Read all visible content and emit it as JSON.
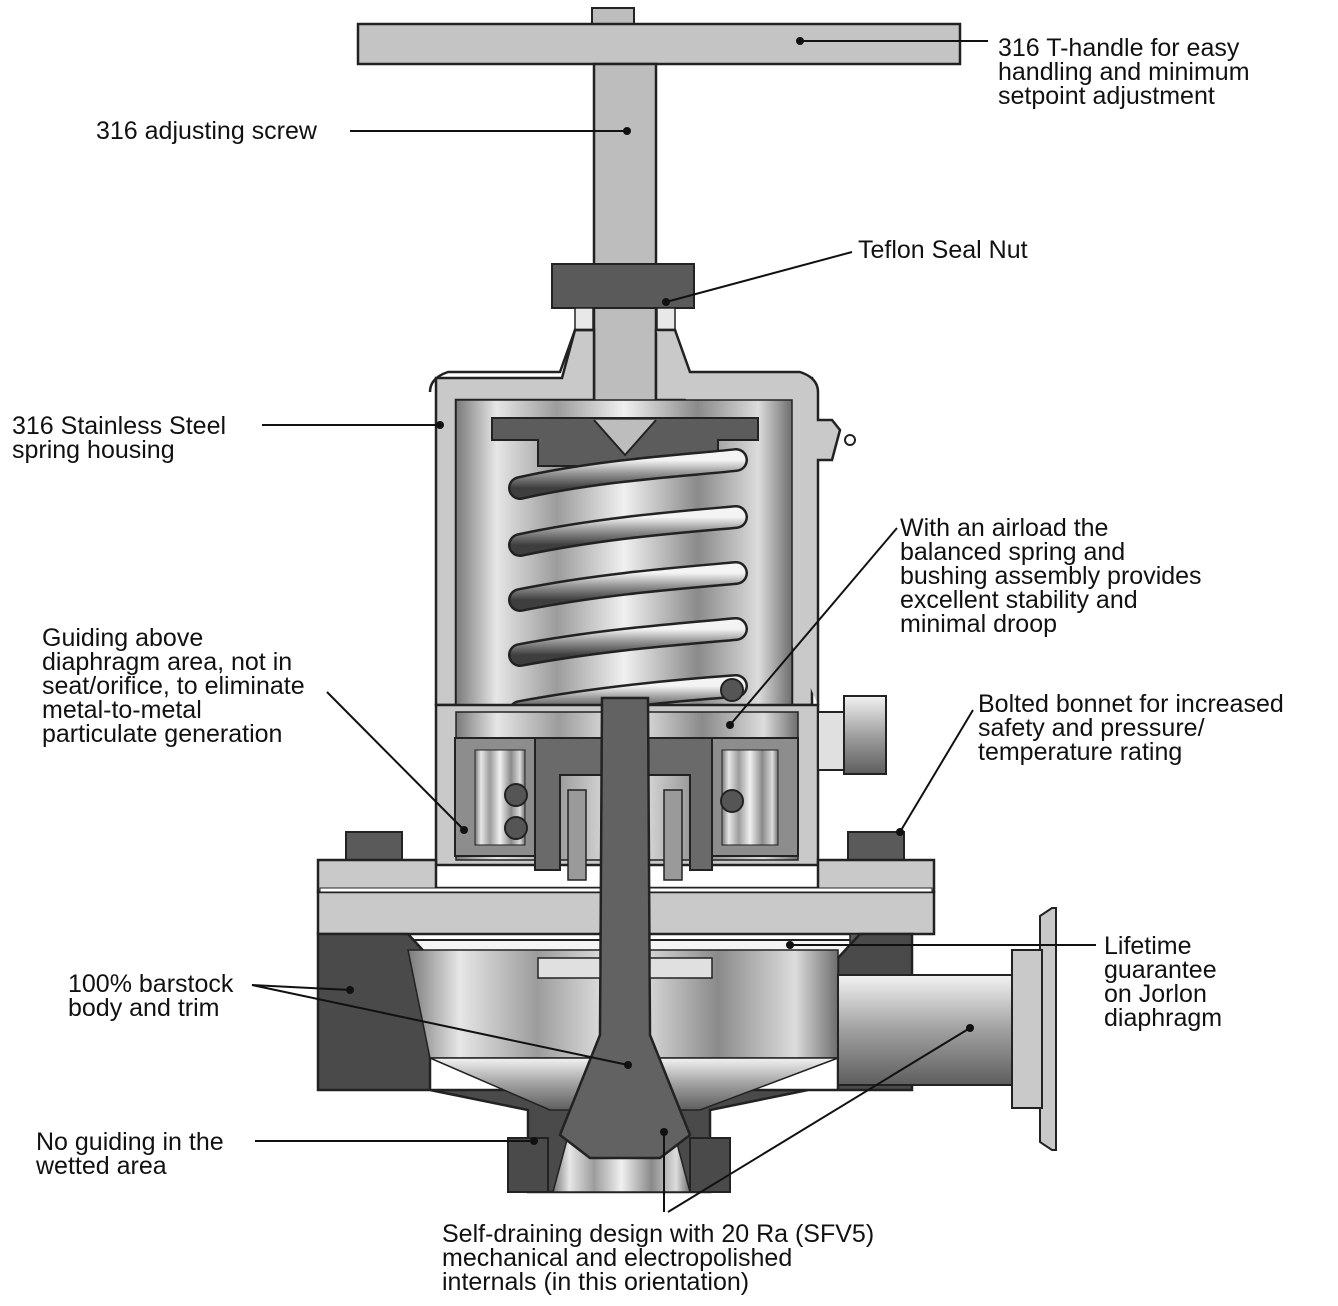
{
  "diagram": {
    "colors": {
      "ink": "#111111",
      "body_dark": "#4a4a4a",
      "housing_gray": "#c9c9c9",
      "part_mid": "#8d8d8d",
      "stem_dark": "#626262",
      "metal_light": "#e6e6e6",
      "metal_shadow": "#7a7a7a"
    },
    "labels": {
      "t_handle": "316 T-handle for easy\nhandling and minimum\nsetpoint adjustment",
      "adjusting_screw": "316 adjusting screw",
      "teflon_seal_nut": "Teflon Seal Nut",
      "spring_housing": "316 Stainless Steel\nspring housing",
      "airload": "With an airload the\nbalanced spring and\nbushing assembly provides\nexcellent stability and\nminimal droop",
      "guiding_above": "Guiding above\ndiaphragm area, not in\nseat/orifice, to eliminate\nmetal-to-metal\nparticulate generation",
      "bolted_bonnet": "Bolted bonnet for increased\nsafety and pressure/\ntemperature rating",
      "barstock": "100% barstock\nbody and trim",
      "lifetime_guarantee": "Lifetime\nguarantee\non Jorlon\ndiaphragm",
      "no_guiding": "No guiding in the\nwetted area",
      "self_draining": "Self-draining design with 20 Ra (SFV5)\nmechanical and electropolished\ninternals (in this orientation)"
    }
  }
}
